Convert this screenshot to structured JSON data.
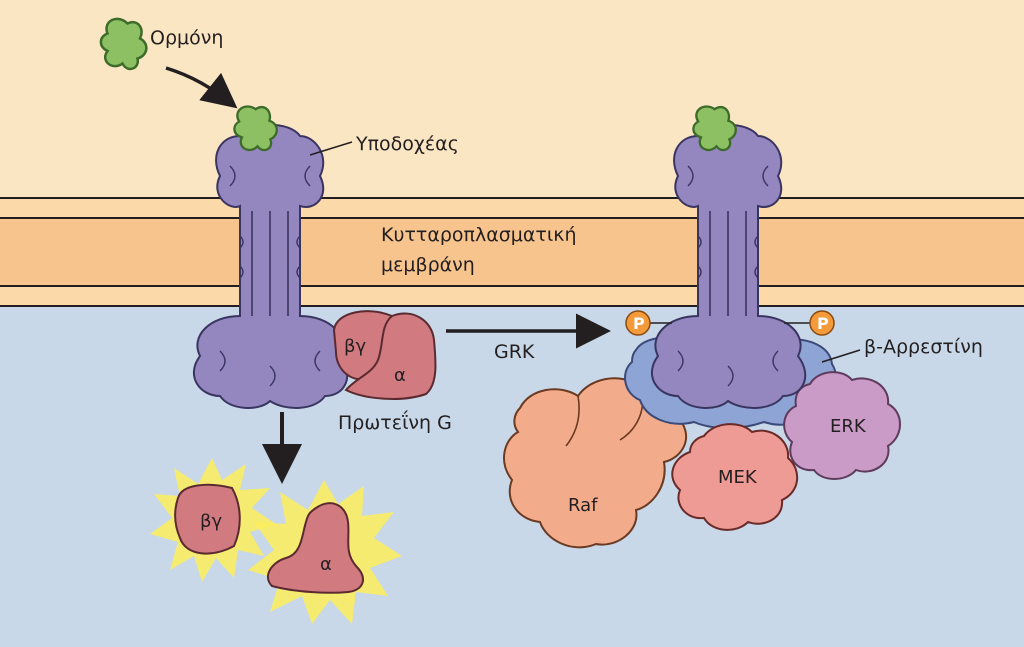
{
  "labels": {
    "hormone": "Ορμόνη",
    "receptor": "Υποδοχέας",
    "membrane_line1": "Κυτταροπλασματική",
    "membrane_line2": "μεμβράνη",
    "g_protein": "Πρωτεΐνη G",
    "grk": "GRK",
    "beta_arrestin": "β-Αρρεστίνη",
    "bg_subunit": "βγ",
    "alpha_subunit": "α",
    "bg_released": "βγ",
    "alpha_released": "α",
    "raf": "Raf",
    "mek": "MEK",
    "erk": "ERK",
    "phospho_left": "P",
    "phospho_right": "P"
  },
  "colors": {
    "extracellular": "#fbe6c4",
    "membrane_outer": "#fbd9a8",
    "membrane_core": "#f7c48e",
    "cytoplasm": "#c8d8e8",
    "receptor": "#9487c0",
    "hormone": "#8cc063",
    "g_protein": "#d17a80",
    "arrestin": "#8ea4d4",
    "raf": "#f3ac8b",
    "mek": "#ee9b95",
    "erk": "#c99bc6",
    "phosphate": "#f39a3b",
    "glow": "#fcee5a"
  }
}
